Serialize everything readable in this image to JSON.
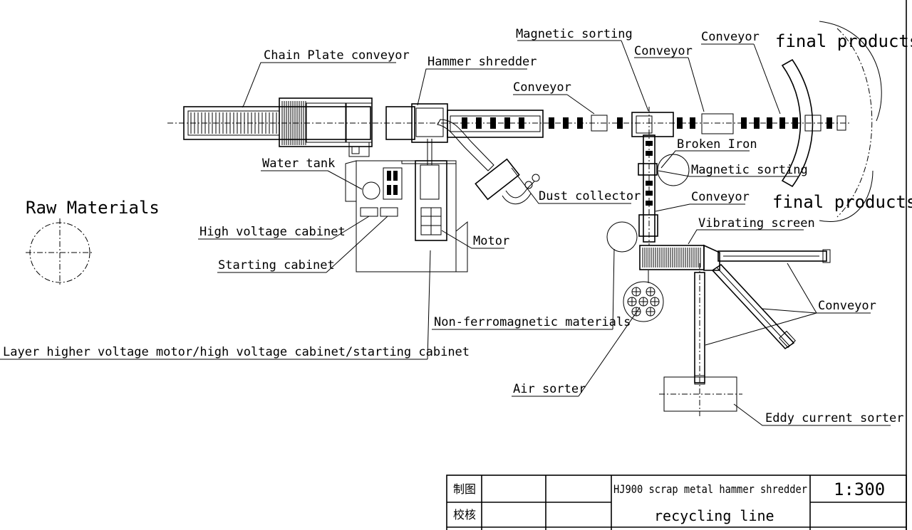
{
  "labels": {
    "chain_plate_conveyor": "Chain Plate conveyor",
    "hammer_shredder": "Hammer shredder",
    "magnetic_sorting_top": "Magnetic sorting",
    "conveyor_top_1": "Conveyor",
    "conveyor_top_2": "Conveyor",
    "conveyor_mid": "Conveyor",
    "final_products_top": "final products",
    "final_products_bottom": "final products",
    "broken_iron": "Broken Iron",
    "magnetic_sorting_right": "Magnetic sorting",
    "water_tank": "Water tank",
    "dust_collector": "Dust collector",
    "conveyor_right": "Conveyor",
    "vibrating_screen": "Vibrating screen",
    "raw_materials": "Raw Materials",
    "high_voltage_cabinet": "High voltage cabinet",
    "motor": "Motor",
    "starting_cabinet": "Starting cabinet",
    "non_ferromagnetic": "Non-ferromagnetic materials",
    "conveyor_lower": "Conveyor",
    "layer_higher_voltage": "Layer higher voltage motor/high voltage cabinet/starting cabinet",
    "air_sorter": "Air sorter",
    "eddy_current_sorter": "Eddy current sorter"
  },
  "title_block": {
    "drawn_label": "制图",
    "checked_label": "校核",
    "title_line1": "HJ900 scrap metal hammer shredder",
    "title_line2": "recycling line",
    "scale": "1:300"
  }
}
